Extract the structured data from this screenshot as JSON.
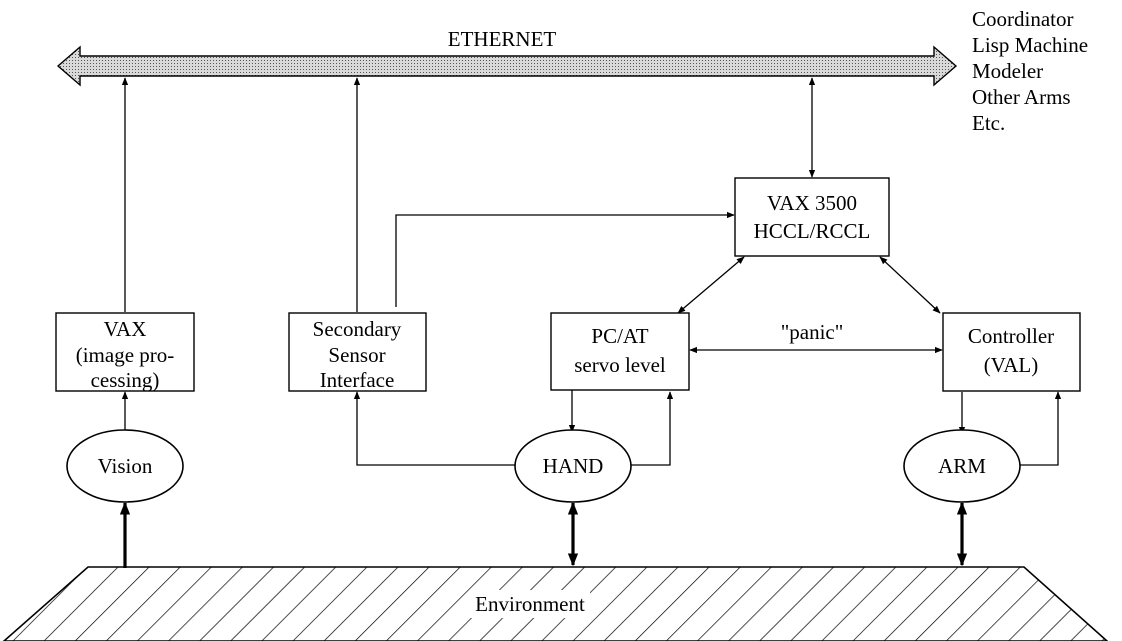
{
  "ethernet": {
    "label": "ETHERNET"
  },
  "side_list": [
    "Coordinator",
    "Lisp Machine",
    "Modeler",
    "Other Arms",
    "Etc."
  ],
  "boxes": {
    "vax3500": [
      "VAX 3500",
      "HCCL/RCCL"
    ],
    "vax": [
      "VAX",
      "(image pro-",
      "cessing)"
    ],
    "sensor": [
      "Secondary",
      "Sensor",
      "Interface"
    ],
    "pcat": [
      "PC/AT",
      "servo level"
    ],
    "controller": [
      "Controller",
      "(VAL)"
    ]
  },
  "ellipses": {
    "vision": "Vision",
    "hand": "HAND",
    "arm": "ARM"
  },
  "panic_label": "\"panic\"",
  "environment_label": "Environment",
  "colors": {
    "ethernet_fill": "#c8c8c8",
    "stroke": "#000000"
  }
}
